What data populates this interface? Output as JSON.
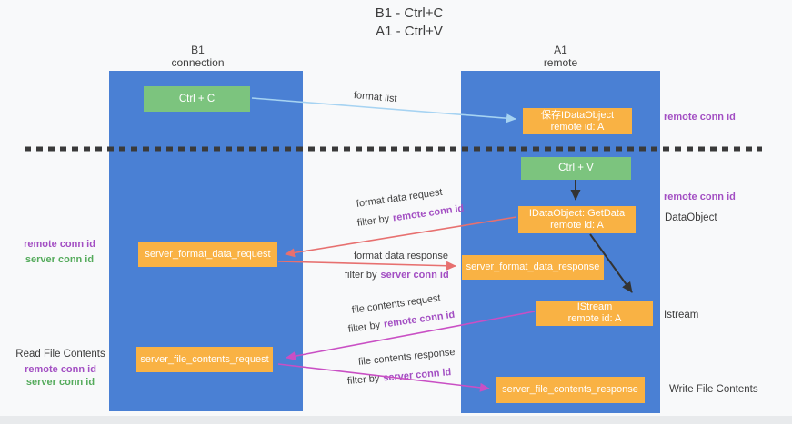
{
  "title": {
    "line1": "B1 - Ctrl+C",
    "line2": "A1 - Ctrl+V"
  },
  "lifelines": {
    "b1": {
      "name": "B1",
      "subtitle": "connection"
    },
    "a1": {
      "name": "A1",
      "subtitle": "remote"
    }
  },
  "boxes": {
    "ctrl_c": {
      "label": "Ctrl + C"
    },
    "ctrl_v": {
      "label": "Ctrl + V"
    },
    "save_dataobject": {
      "line1": "保存IDataObject",
      "line2": "remote id: A"
    },
    "getdata": {
      "line1": "IDataObject::GetData",
      "line2": "remote id: A"
    },
    "istream": {
      "line1": "IStream",
      "line2": "remote id: A"
    },
    "format_request": {
      "label": "server_format_data_request"
    },
    "format_response": {
      "label": "server_format_data_response"
    },
    "file_request": {
      "label": "server_file_contents_request"
    },
    "file_response": {
      "label": "server_file_contents_response"
    }
  },
  "arrow_labels": {
    "format_list": "format list",
    "format_data_request": "format data request",
    "format_data_response": "format data response",
    "file_contents_request": "file contents request",
    "file_contents_response": "file contents response",
    "filter_by": "filter by"
  },
  "side_labels": {
    "remote_conn_id": "remote conn id",
    "server_conn_id": "server conn id",
    "dataobject": "DataObject",
    "istream": "Istream",
    "read_file_contents": "Read File Contents",
    "write_file_contents": "Write File Contents"
  },
  "colors": {
    "lifeline_blue": "#4a80d4",
    "box_orange": "#f9b244",
    "box_green": "#7cc47e",
    "arrow_red": "#e7706f",
    "arrow_magenta": "#c94fc4",
    "arrow_lightblue": "#a6d3f2",
    "label_purple": "#a34fc3",
    "label_green": "#55ab5c",
    "dashed_line": "#3a3a3a"
  }
}
